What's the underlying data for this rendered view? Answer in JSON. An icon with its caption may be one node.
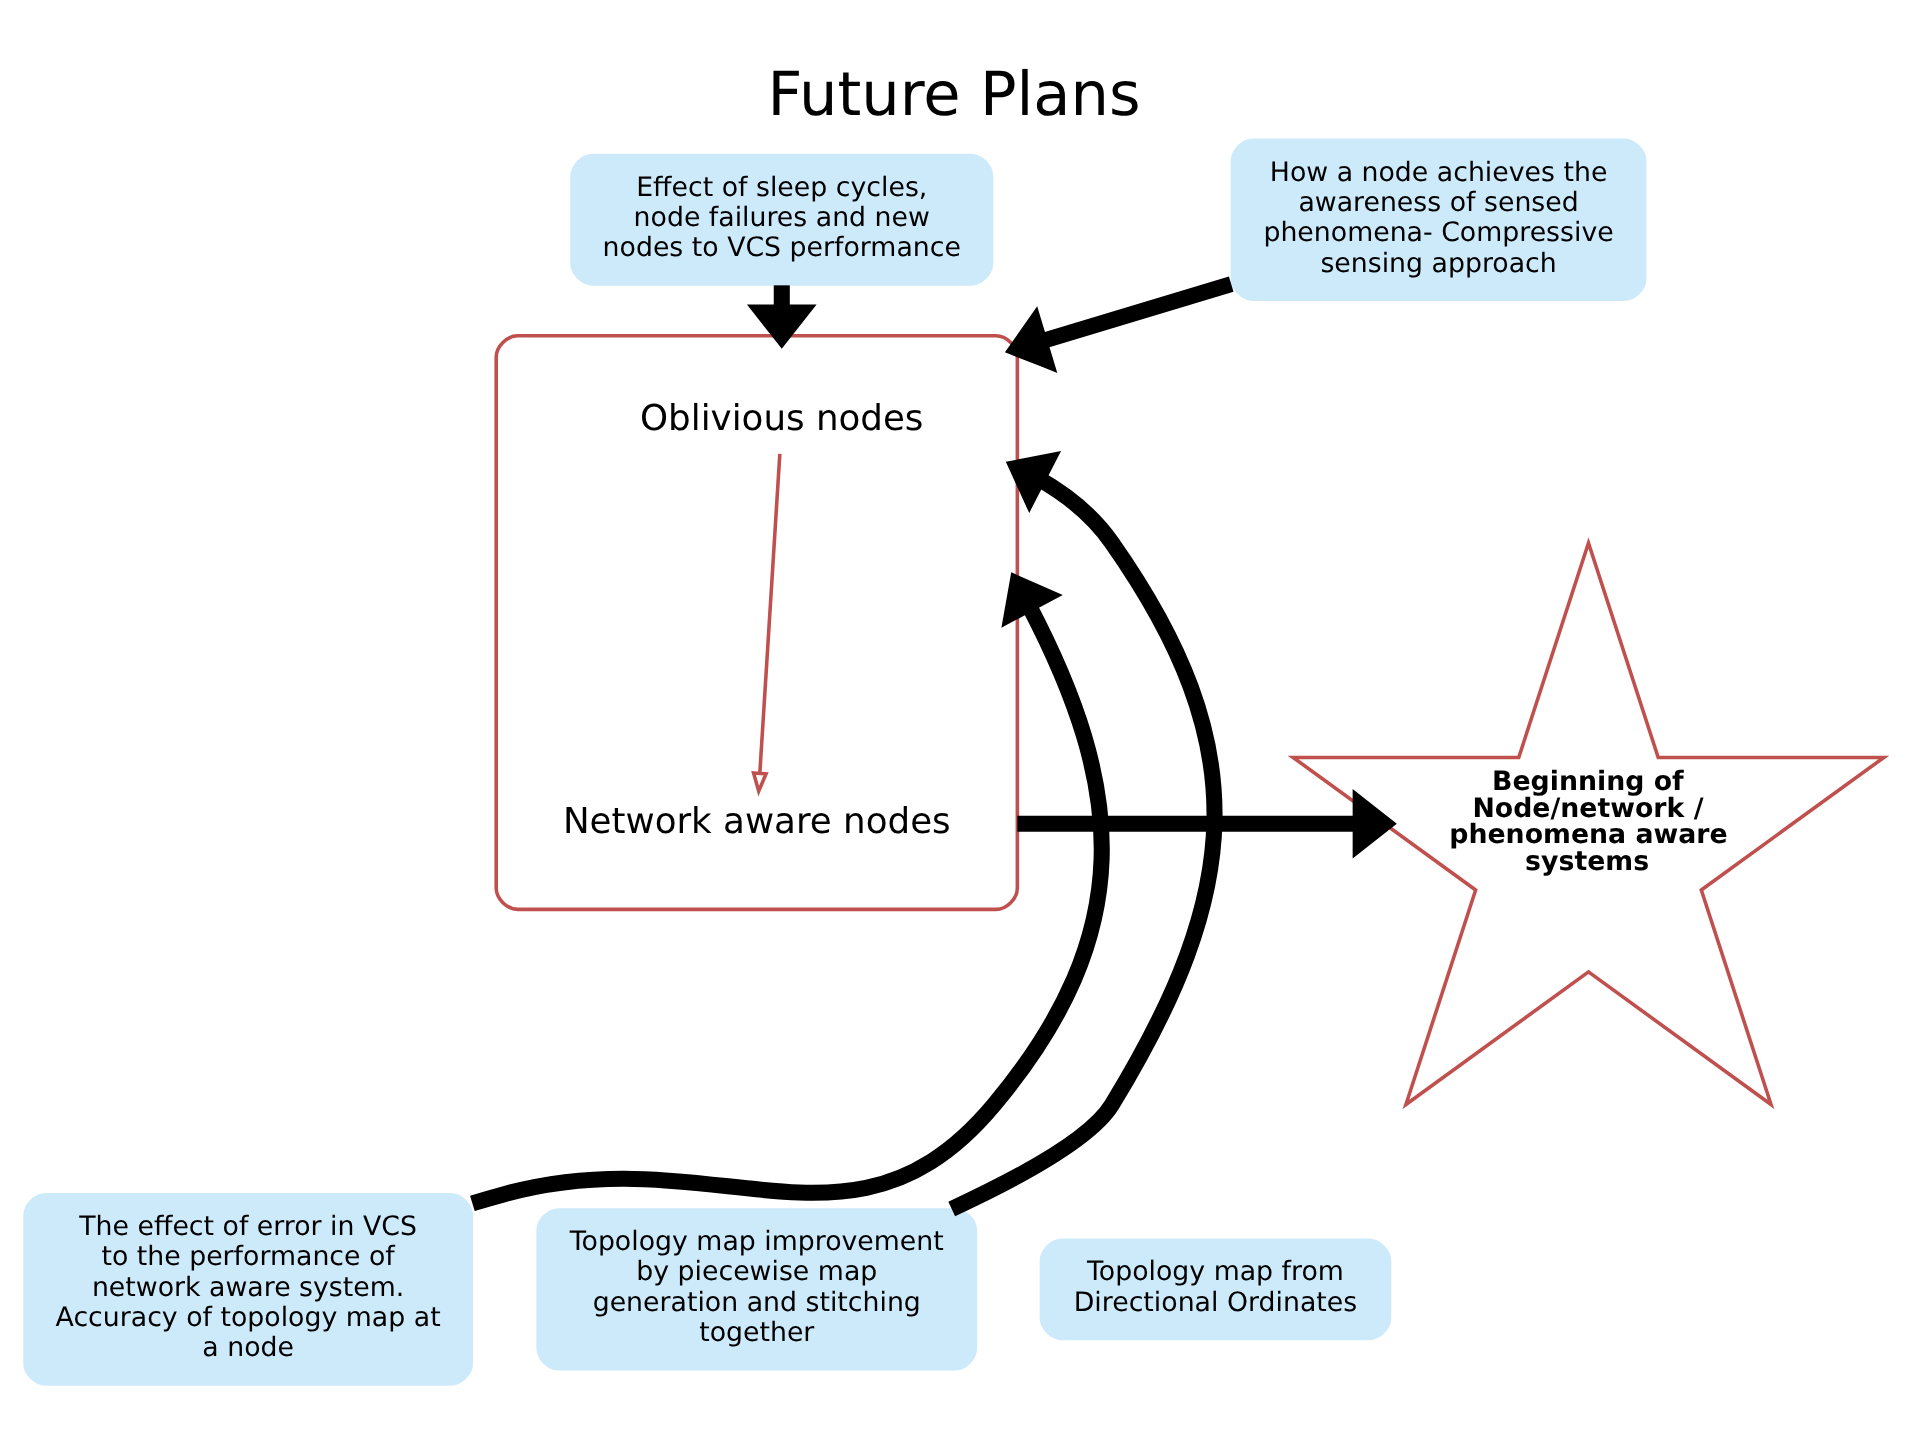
{
  "diagram": {
    "title": "Future Plans",
    "nodes": [
      {
        "text": [],
        "shape": "ellipse"
      },
      {
        "text": [
          "Oblivious nodes"
        ],
        "in": 0
      },
      {
        "text": [
          "Network aware nodes"
        ],
        "in": 0
      },
      {
        "text": [
          "Effect of sleep cycles, node failures and new nodes to VCS performance"
        ]
      },
      {
        "text": [
          "How a node achieves the awareness of sensed phenomena- Compressive sensing approach"
        ]
      },
      {
        "text": [
          "Beginning of Node/network / phenomena aware systems"
        ]
      },
      {
        "text": [
          "The effect of error in VCS to the performance of network aware system. Accuracy of topology map at a node"
        ]
      },
      {
        "text": [
          "Topology map improvement by piecewise map generation and stitching together"
        ]
      },
      {
        "text": [
          "Topology map from Directional Ordinates"
        ]
      }
    ],
    "edges": [
      {
        "from": 1,
        "to": 2,
        "arrow": "to",
        "color": "#c0504d"
      },
      {
        "from": 3,
        "to": 0,
        "arrow": "to"
      },
      {
        "from": 4,
        "to": 0,
        "arrow": "to"
      },
      {
        "from": 0,
        "to": 5,
        "arrow": "to"
      },
      {
        "from": 6,
        "to": 0,
        "arrow": "to"
      },
      {
        "from": 7,
        "to": 0,
        "arrow": "to"
      }
    ]
  }
}
